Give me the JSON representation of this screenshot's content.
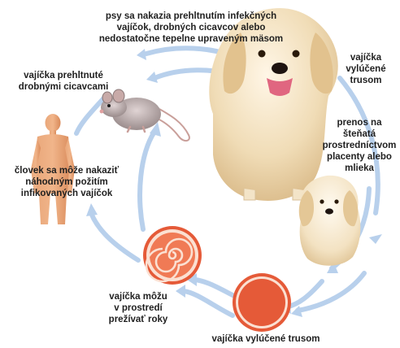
{
  "diagram": {
    "labels": {
      "dogs_infection": [
        "psy sa nakazia prehltnutím infekčných",
        "vajíčok, drobných cicavcov alebo",
        "nedostatočne tepelne upraveným mäsom"
      ],
      "eggs_swallowed_by_mammals": [
        "vajíčka prehltnuté",
        "drobnými cicavcami"
      ],
      "human_infection": [
        "človek sa môže nakaziť",
        "náhodným požitím",
        "infikovaných vajíčok"
      ],
      "eggs_in_feces_right": [
        "vajíčka",
        "vylúčené",
        "trusom"
      ],
      "transfer_to_puppies": [
        "prenos na",
        "šteňatá",
        "prostredníctvom",
        "placenty alebo",
        "mlieka"
      ],
      "eggs_survive_years": [
        "vajíčka môžu",
        "v prostredí",
        "prežívať roky"
      ],
      "eggs_in_feces_bottom": [
        "vajíčka vylúčené trusom"
      ]
    },
    "images": [
      "adult-dog",
      "puppy",
      "rat",
      "human-silhouette",
      "egg-larva-coiled",
      "egg"
    ],
    "colors": {
      "arrow": "#a9c4e4",
      "human": "#e8a070",
      "egg_outer": "#e55a38",
      "egg_inner": "#f4a080",
      "dog": "#e9cfa0"
    }
  }
}
